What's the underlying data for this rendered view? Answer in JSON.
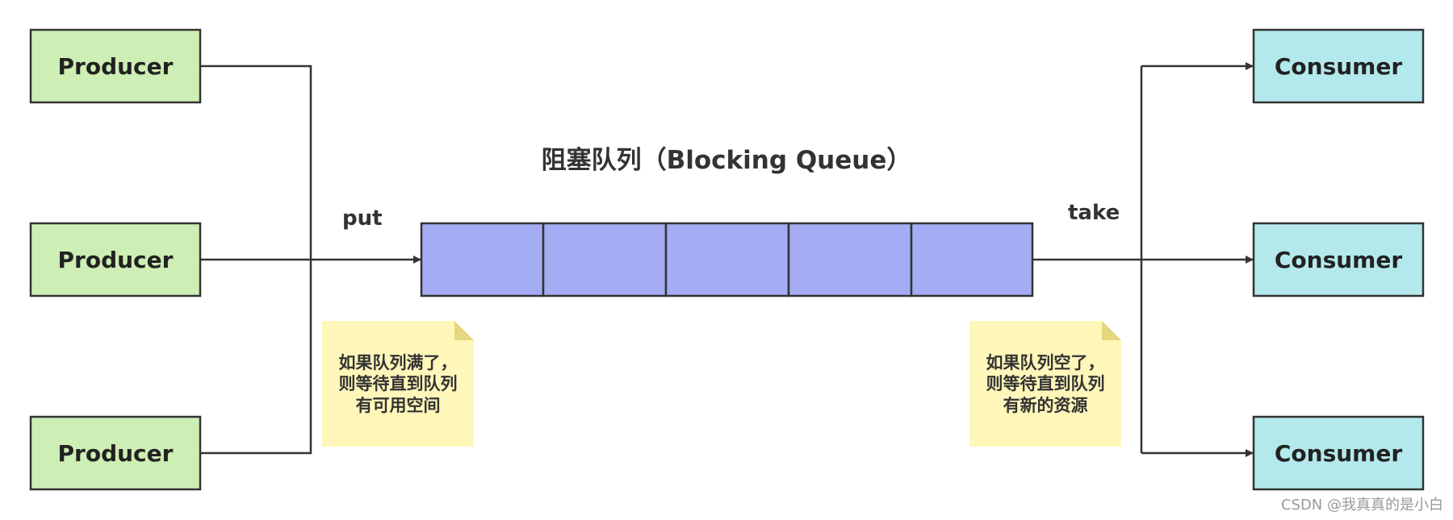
{
  "title": "阻塞队列（Blocking Queue）",
  "producers": [
    {
      "label": "Producer"
    },
    {
      "label": "Producer"
    },
    {
      "label": "Producer"
    }
  ],
  "consumers": [
    {
      "label": "Consumer"
    },
    {
      "label": "Consumer"
    },
    {
      "label": "Consumer"
    }
  ],
  "queue": {
    "slots": 5
  },
  "edges": {
    "put_label": "put",
    "take_label": "take"
  },
  "notes": {
    "left": [
      "如果队列满了，",
      "则等待直到队列",
      "有可用空间"
    ],
    "right": [
      "如果队列空了，",
      "则等待直到队列",
      "有新的资源"
    ]
  },
  "watermark": "CSDN @我真真的是小白",
  "colors": {
    "producer_fill": "#cdeeb4",
    "consumer_fill": "#b3e9ec",
    "queue_fill": "#a4acf3",
    "note_fill": "#fff6ba",
    "note_fold": "#e4d77e",
    "stroke": "#333333"
  }
}
